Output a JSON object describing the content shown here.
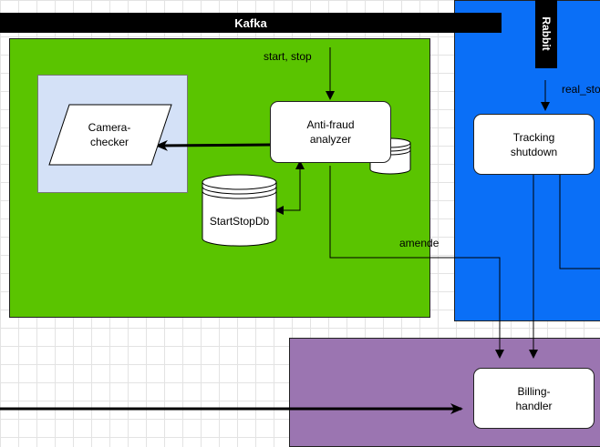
{
  "diagram": {
    "bars": {
      "kafka": "Kafka",
      "rabbit": "Rabbit"
    },
    "nodes": {
      "camera_checker": "Camera-\nchecker",
      "anti_fraud": "Anti-fraud\nanalyzer",
      "start_stop_db": "StartStopDb",
      "tracking_shutdown": "Tracking\nshutdown",
      "billing_handler": "Billing-\nhandler"
    },
    "edge_labels": {
      "start_stop": "start, stop",
      "real_stop": "real_stop",
      "amende": "amende"
    },
    "colors": {
      "green_region": "#5ac400",
      "blue_region": "#0a6ff7",
      "purple_region": "#9b75b1",
      "sub_region": "#d4e1f7"
    }
  }
}
